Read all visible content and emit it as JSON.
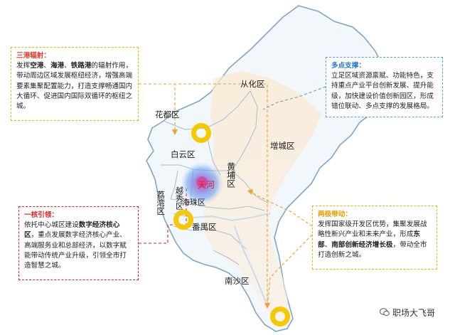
{
  "districts": {
    "conghua": "从化区",
    "huadu": "花都区",
    "zengcheng": "增城区",
    "baiyun": "白云区",
    "huangpu": "黄埔区",
    "tianhe": "天河",
    "liwan": "荔湾区",
    "yuexiu": "越秀区",
    "haizhu": "海珠区",
    "panyu": "番禺区",
    "nansha": "南沙区"
  },
  "boxes": {
    "ports": {
      "title": "三港辐射：",
      "text": "发挥空港、海港、铁路港的辐射作用，带动周边区域发展枢纽经济，增强高端要素集聚配置能力，打造支撑畅通国内大循环、促进国内国际双循环的枢纽之城。",
      "bold_terms": [
        "空港",
        "海港",
        "铁路港"
      ]
    },
    "core": {
      "title": "一核引领：",
      "text": "依托中心城区建设数字经济核心区，重点发展数字经济核心产业、高端服务业和总部经济，以数字赋能带动传统产业升级，引领全市打造智慧之城。",
      "bold_terms": [
        "数字经济核心区"
      ]
    },
    "multi": {
      "title": "多点支撑：",
      "text": "立足区域资源禀赋、功能特色，支持重点产业平台创新发展、提升能级，加快建设价值创新园区，形成错位联动、多点支撑的发展格局。",
      "bold_terms": []
    },
    "two": {
      "title": "两极带动：",
      "text": "发挥国家级开发区优势，集聚发展战略性新兴产业和未来产业，形成东部、南部创新经济增长极，带动全市打造创新之城。",
      "bold_terms": [
        "东部",
        "南部创新经济增长极"
      ]
    }
  },
  "watermark": "职场大飞哥",
  "colors": {
    "region_fill": "#f2f7fb",
    "region_stroke": "#7fa6c8",
    "ring": "#f5c800",
    "red_dash": "#e02020",
    "orange_dash": "#f0a030",
    "blue_dash": "#5aa0e0"
  }
}
